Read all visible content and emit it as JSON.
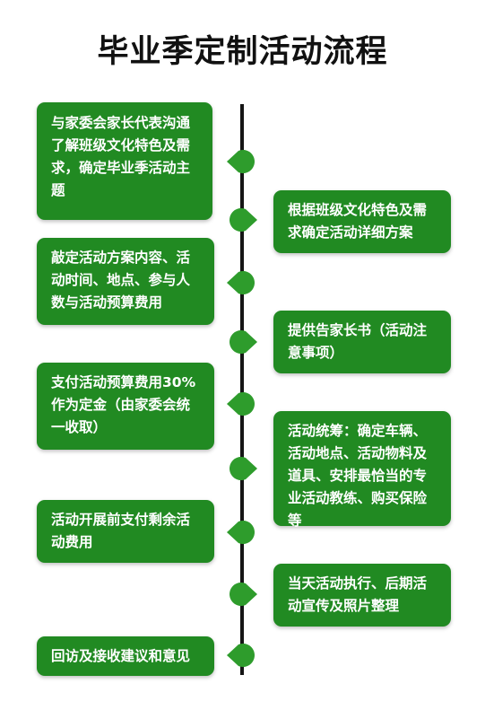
{
  "title": "毕业季定制活动流程",
  "steps": [
    {
      "text": "与家委会家长代表沟通了解班级文化特色及需求，确定毕业季活动主题"
    },
    {
      "text": "根据班级文化特色及需求确定活动详细方案"
    },
    {
      "text": "敲定活动方案内容、活动时间、地点、参与人数与活动预算费用"
    },
    {
      "text": "提供告家长书（活动注意事项）"
    },
    {
      "text": "支付活动预算费用30%作为定金（由家委会统一收取）"
    },
    {
      "text": "活动统筹：确定车辆、活动地点、活动物料及道具、安排最恰当的专业活动教练、购买保险等"
    },
    {
      "text": "活动开展前支付剩余活动费用"
    },
    {
      "text": "当天活动执行、后期活动宣传及照片整理"
    },
    {
      "text": "回访及接收建议和意见"
    }
  ],
  "colors": {
    "box": "#218a22",
    "marker": "#2e9c2c",
    "line": "#151515"
  },
  "icons": [
    "teardrop-marker-icon"
  ]
}
